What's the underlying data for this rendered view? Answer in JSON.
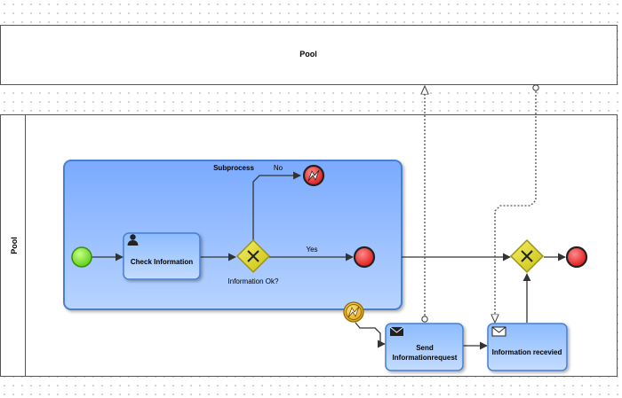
{
  "top_pool": {
    "label": "Pool"
  },
  "main_pool": {
    "label": "Pool"
  },
  "subprocess": {
    "label": "Subprocess"
  },
  "tasks": {
    "check_information": "Check Information",
    "send_request_line1": "Send",
    "send_request_line2": "Informationrequest",
    "information_received": "Information recevied"
  },
  "gateway": {
    "label": "Information Ok?"
  },
  "flows": {
    "no_label": "No",
    "yes_label": "Yes"
  },
  "colors": {
    "subprocess_fill": "#8ab8ff",
    "task_fill": "#9ec8ff",
    "start_event": "#66dd22",
    "end_event": "#ee2222",
    "gateway": "#e6e033",
    "intermediate_event": "#f2b817"
  },
  "icons": [
    "user-icon",
    "envelope-icon",
    "lightning-icon",
    "x-icon"
  ]
}
